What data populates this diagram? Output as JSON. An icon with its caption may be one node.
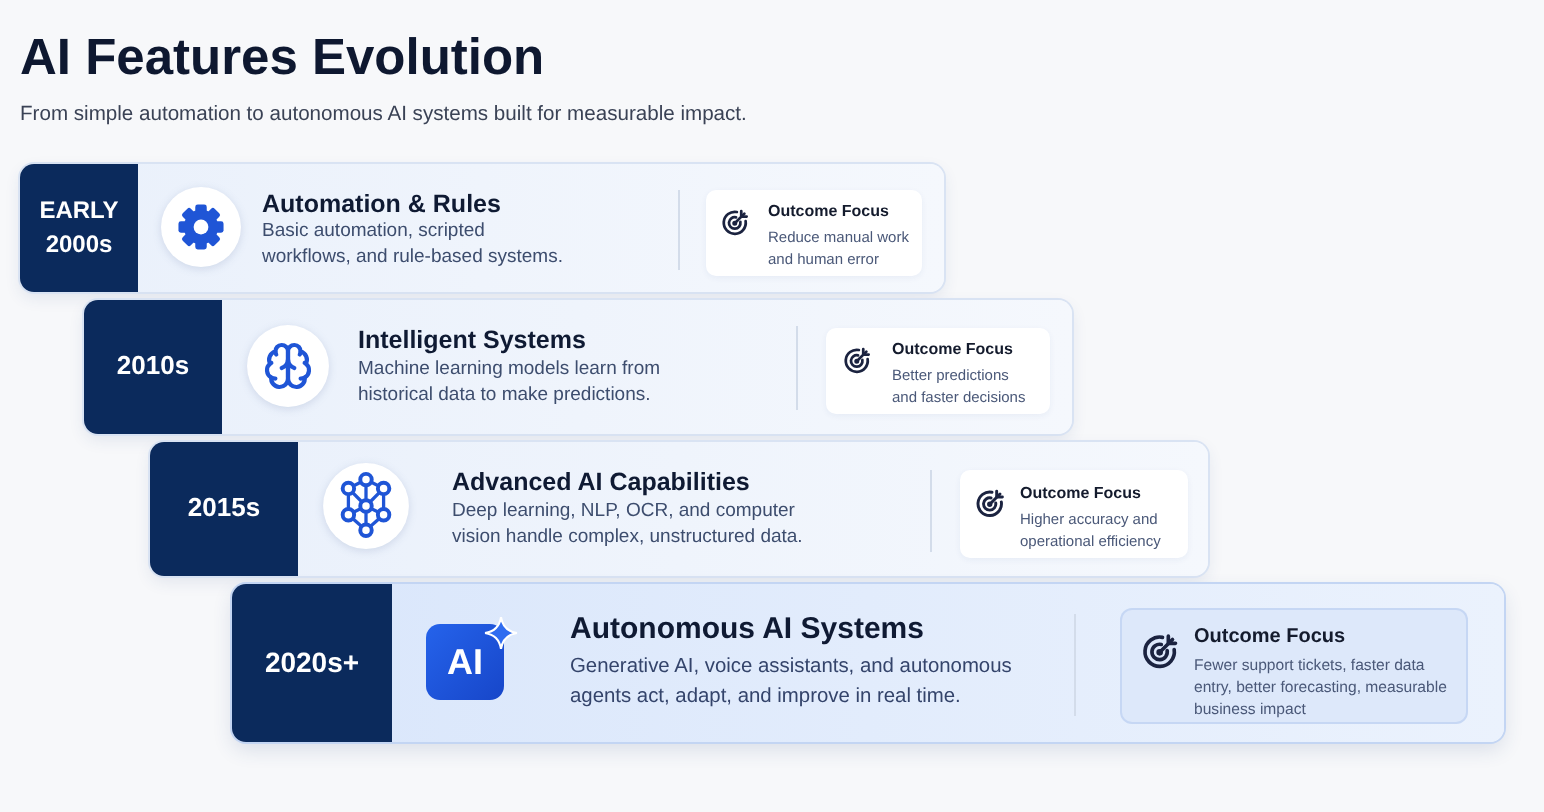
{
  "diagram": {
    "title": "AI Features Evolution",
    "nodes": [
      {
        "text": [
          "Automation & Rules",
          "Basic automation, scripted workflows, and rule-based systems."
        ]
      },
      {
        "text": [
          "EARLY 2000s"
        ],
        "in": 0
      },
      {
        "text": [
          "Outcome Focus",
          "Reduce manual work and human error"
        ],
        "in": 0
      },
      {
        "text": [
          "Intelligent Systems",
          "Machine learning models learn from historical data to make predictions."
        ]
      },
      {
        "text": [
          "2010s"
        ],
        "in": 3
      },
      {
        "text": [
          "Outcome Focus",
          "Better predictions and faster decisions"
        ],
        "in": 3
      },
      {
        "text": [
          "Advanced AI Capabilities",
          "Deep learning, NLP, OCR, and computer vision handle complex, unstructured data."
        ]
      },
      {
        "text": [
          "2015s"
        ],
        "in": 6
      },
      {
        "text": [
          "Outcome Focus",
          "Higher accuracy and operational efficiency"
        ],
        "in": 6
      },
      {
        "text": [
          "Autonomous AI Systems",
          "Generative AI, voice assistants, and autonomous agents act, adapt, and improve in real time."
        ]
      },
      {
        "text": [
          "2020s+"
        ],
        "in": 9
      },
      {
        "text": [
          "AI"
        ],
        "in": 9
      },
      {
        "text": [
          "Outcome Focus",
          "Fewer support tickets, faster data entry, better forecasting, measurable business impact"
        ],
        "in": 9
      }
    ],
    "labels": [
      "From simple automation to autonomous AI systems built for measurable impact."
    ]
  }
}
